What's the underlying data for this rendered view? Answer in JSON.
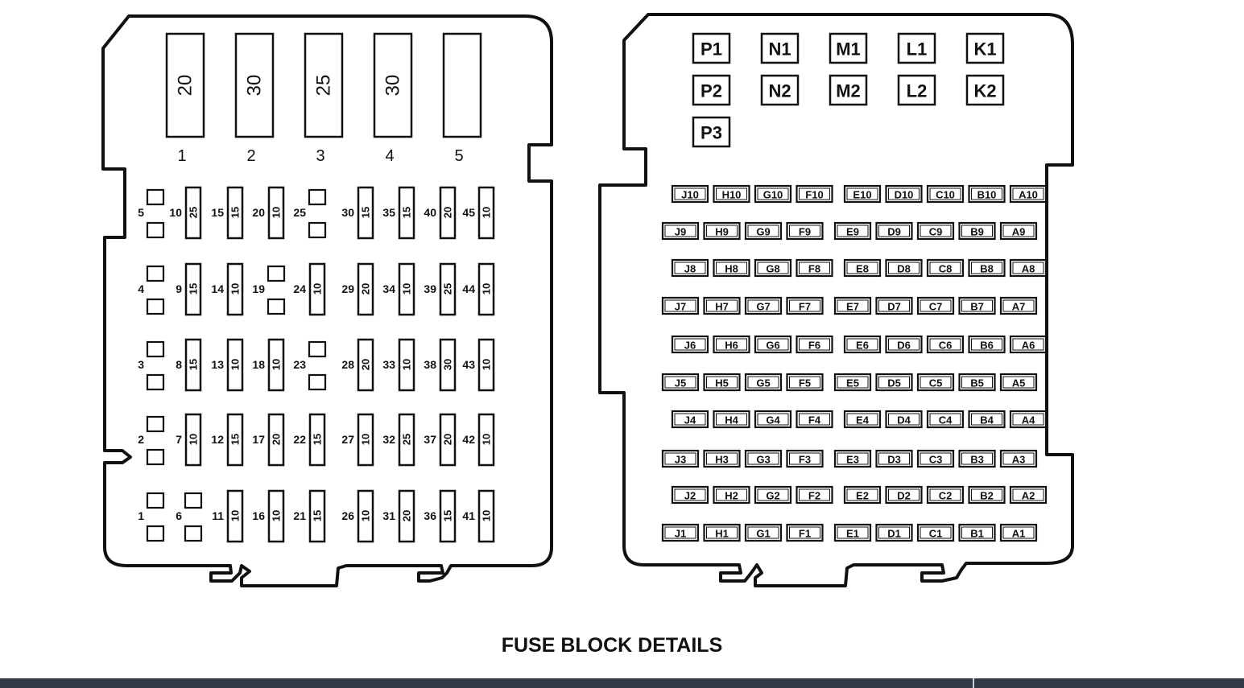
{
  "caption": "FUSE BLOCK DETAILS",
  "colors": {
    "ink": "#111111",
    "paper": "#ffffff",
    "bar": "#2f3a45"
  },
  "left_block": {
    "large_fuses": [
      {
        "position": "1",
        "rating": "20"
      },
      {
        "position": "2",
        "rating": "30"
      },
      {
        "position": "3",
        "rating": "25"
      },
      {
        "position": "4",
        "rating": "30"
      },
      {
        "position": "5",
        "rating": ""
      }
    ],
    "rows": [
      {
        "cells": [
          {
            "type": "square",
            "position": "5"
          },
          {
            "type": "fuse",
            "position": "10",
            "rating": "25"
          },
          {
            "type": "fuse",
            "position": "15",
            "rating": "15"
          },
          {
            "type": "fuse",
            "position": "20",
            "rating": "10"
          },
          {
            "type": "square",
            "position": "25"
          },
          {
            "type": "fuse",
            "position": "30",
            "rating": "15"
          },
          {
            "type": "fuse",
            "position": "35",
            "rating": "15"
          },
          {
            "type": "fuse",
            "position": "40",
            "rating": "20"
          },
          {
            "type": "fuse",
            "position": "45",
            "rating": "10"
          }
        ]
      },
      {
        "cells": [
          {
            "type": "square",
            "position": "4"
          },
          {
            "type": "fuse",
            "position": "9",
            "rating": "15"
          },
          {
            "type": "fuse",
            "position": "14",
            "rating": "10"
          },
          {
            "type": "square",
            "position": "19"
          },
          {
            "type": "fuse",
            "position": "24",
            "rating": "10"
          },
          {
            "type": "fuse",
            "position": "29",
            "rating": "20"
          },
          {
            "type": "fuse",
            "position": "34",
            "rating": "10"
          },
          {
            "type": "fuse",
            "position": "39",
            "rating": "25"
          },
          {
            "type": "fuse",
            "position": "44",
            "rating": "10"
          }
        ]
      },
      {
        "cells": [
          {
            "type": "square",
            "position": "3"
          },
          {
            "type": "fuse",
            "position": "8",
            "rating": "15"
          },
          {
            "type": "fuse",
            "position": "13",
            "rating": "10"
          },
          {
            "type": "fuse",
            "position": "18",
            "rating": "10"
          },
          {
            "type": "square",
            "position": "23"
          },
          {
            "type": "fuse",
            "position": "28",
            "rating": "20"
          },
          {
            "type": "fuse",
            "position": "33",
            "rating": "10"
          },
          {
            "type": "fuse",
            "position": "38",
            "rating": "30"
          },
          {
            "type": "fuse",
            "position": "43",
            "rating": "10"
          }
        ]
      },
      {
        "cells": [
          {
            "type": "square",
            "position": "2"
          },
          {
            "type": "fuse",
            "position": "7",
            "rating": "10"
          },
          {
            "type": "fuse",
            "position": "12",
            "rating": "15"
          },
          {
            "type": "fuse",
            "position": "17",
            "rating": "20"
          },
          {
            "type": "fuse",
            "position": "22",
            "rating": "15"
          },
          {
            "type": "fuse",
            "position": "27",
            "rating": "10"
          },
          {
            "type": "fuse",
            "position": "32",
            "rating": "25"
          },
          {
            "type": "fuse",
            "position": "37",
            "rating": "20"
          },
          {
            "type": "fuse",
            "position": "42",
            "rating": "10"
          }
        ]
      },
      {
        "cells": [
          {
            "type": "square",
            "position": "1"
          },
          {
            "type": "square",
            "position": "6"
          },
          {
            "type": "fuse",
            "position": "11",
            "rating": "10"
          },
          {
            "type": "fuse",
            "position": "16",
            "rating": "10"
          },
          {
            "type": "fuse",
            "position": "21",
            "rating": "15"
          },
          {
            "type": "fuse",
            "position": "26",
            "rating": "10"
          },
          {
            "type": "fuse",
            "position": "31",
            "rating": "20"
          },
          {
            "type": "fuse",
            "position": "36",
            "rating": "15"
          },
          {
            "type": "fuse",
            "position": "41",
            "rating": "10"
          }
        ]
      }
    ]
  },
  "right_block": {
    "relays": [
      [
        "P1",
        "N1",
        "M1",
        "L1",
        "K1"
      ],
      [
        "P2",
        "N2",
        "M2",
        "L2",
        "K2"
      ],
      [
        "P3"
      ]
    ],
    "grid_columns": [
      "J",
      "H",
      "G",
      "F",
      "E",
      "D",
      "C",
      "B",
      "A"
    ],
    "grid_rows": [
      "10",
      "9",
      "8",
      "7",
      "6",
      "5",
      "4",
      "3",
      "2",
      "1"
    ]
  }
}
